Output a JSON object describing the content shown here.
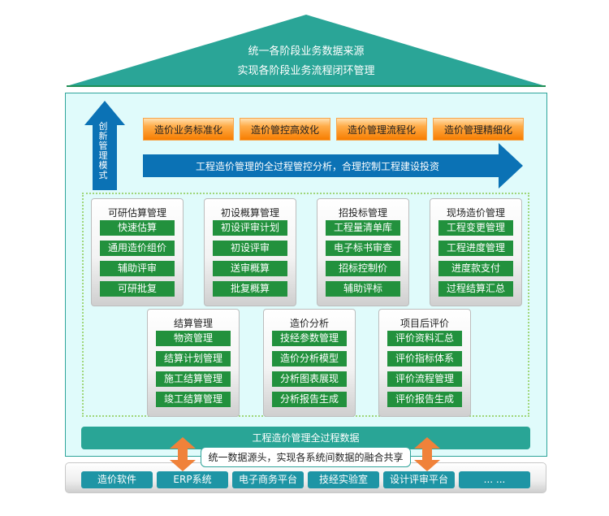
{
  "roof": {
    "line1": "统一各阶段业务数据来源",
    "line2": "实现各阶段业务流程闭环管理"
  },
  "innovation": {
    "up_arrow_label": "创新管理模式",
    "tags": [
      "造价业务标准化",
      "造价管控高效化",
      "造价管理流程化",
      "造价管理精细化"
    ],
    "right_arrow_label": "工程造价管理的全过程管控分析，合理控制工程建设投资"
  },
  "modules": [
    {
      "title": "可研估算管理",
      "items": [
        "快速估算",
        "通用造价组价",
        "辅助评审",
        "可研批复"
      ]
    },
    {
      "title": "初设概算管理",
      "items": [
        "初设评审计划",
        "初设评审",
        "送审概算",
        "批复概算"
      ]
    },
    {
      "title": "招投标管理",
      "items": [
        "工程量清单库",
        "电子标书审查",
        "招标控制价",
        "辅助评标"
      ]
    },
    {
      "title": "现场造价管理",
      "items": [
        "工程变更管理",
        "工程进度管理",
        "进度款支付",
        "过程结算汇总"
      ]
    },
    {
      "title": "结算管理",
      "items": [
        "物资管理",
        "结算计划管理",
        "施工结算管理",
        "竣工结算管理"
      ]
    },
    {
      "title": "造价分析",
      "items": [
        "技经参数管理",
        "造价分析模型",
        "分析图表展现",
        "分析报告生成"
      ]
    },
    {
      "title": "项目后评价",
      "items": [
        "评价资料汇总",
        "评价指标体系",
        "评价流程管理",
        "评价报告生成"
      ]
    }
  ],
  "data_bar": "工程造价管理全过程数据",
  "bubble": "统一数据源头，实现各系统间数据的融合共享",
  "systems": [
    "造价软件",
    "ERP系统",
    "电子商务平台",
    "技经实验室",
    "设计评审平台",
    "... ..."
  ],
  "colors": {
    "teal": "#2aa597",
    "blue_arrow": "#0b72b5",
    "green_item": "#22913d",
    "orange": "#f77d00",
    "system_blue": "#1e95a5",
    "bg_light": "#e0fbfb"
  }
}
